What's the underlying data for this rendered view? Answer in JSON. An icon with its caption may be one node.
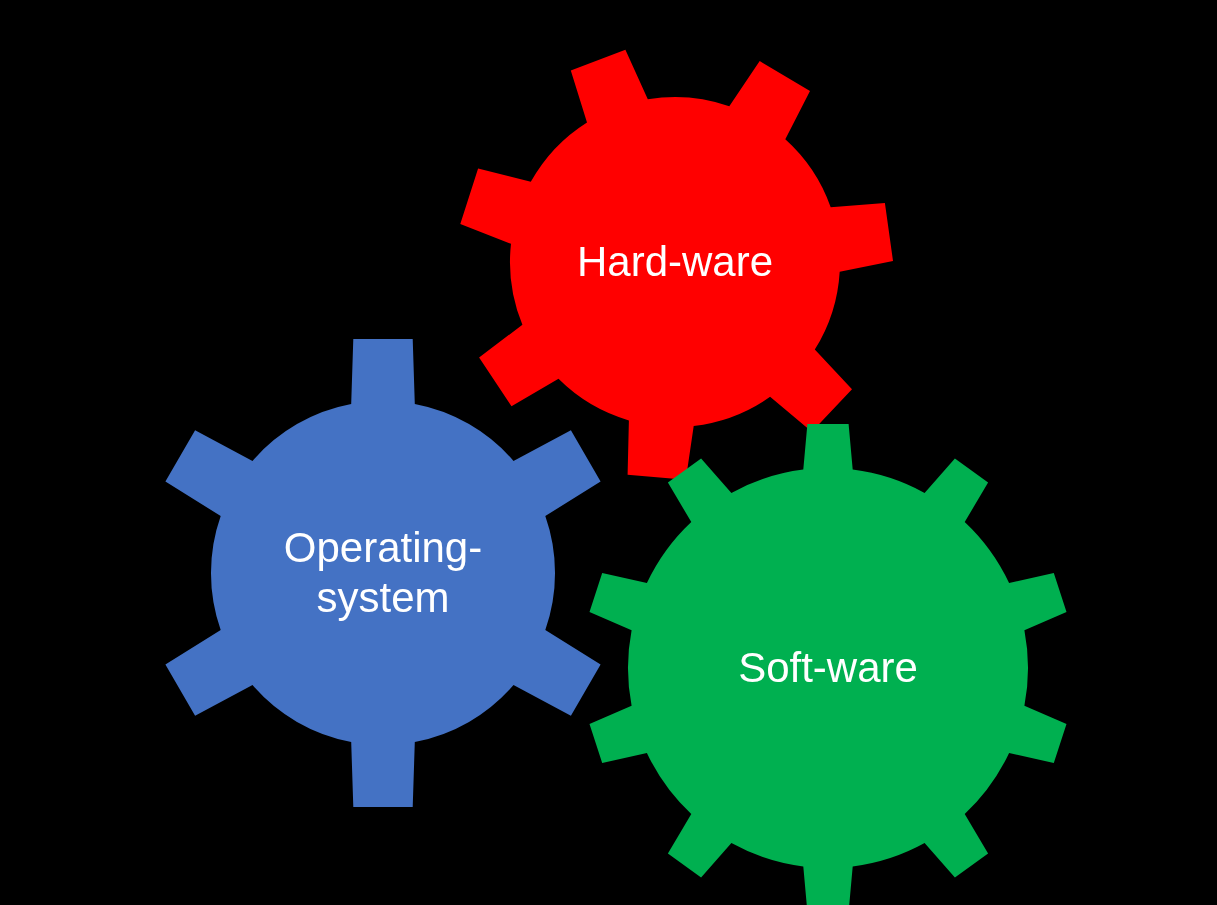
{
  "diagram": {
    "nodes": [
      {
        "text": [
          "Hard-ware"
        ]
      },
      {
        "text": [
          "Operating- system"
        ]
      },
      {
        "text": [
          "Soft-ware"
        ]
      }
    ]
  }
}
